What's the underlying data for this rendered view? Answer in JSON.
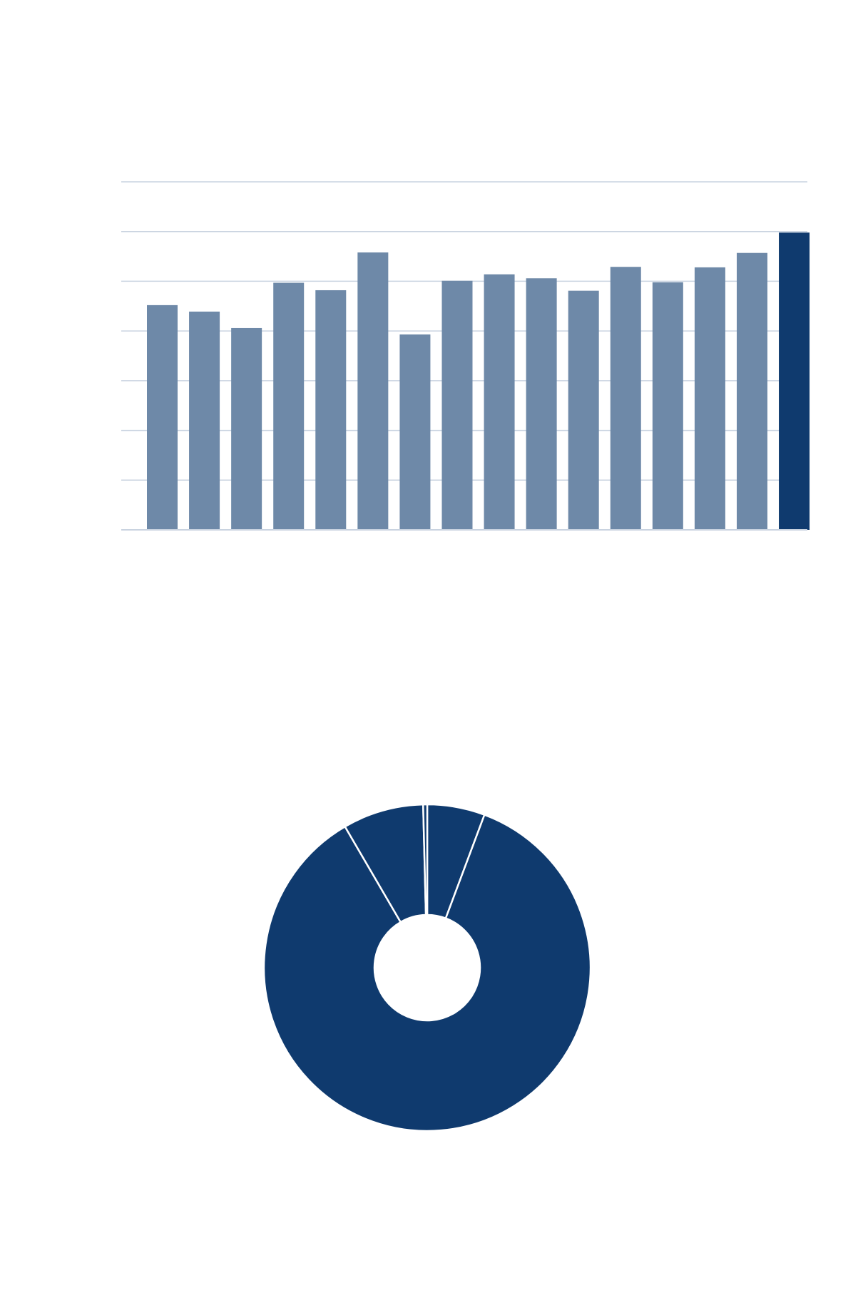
{
  "chart_data": [
    {
      "type": "bar",
      "title": "",
      "xlabel": "",
      "ylabel": "",
      "ylim": [
        0,
        7
      ],
      "grid": true,
      "bar_color": "#6e89a8",
      "highlight_color": "#0f3a6e",
      "highlight_index": 15,
      "gridline_color": "#c9d3e0",
      "values": [
        4.52,
        4.39,
        4.06,
        4.97,
        4.82,
        5.58,
        3.93,
        5.01,
        5.14,
        5.06,
        4.81,
        5.29,
        4.98,
        5.28,
        5.57,
        5.98
      ]
    },
    {
      "type": "pie",
      "variant": "donut",
      "title": "",
      "slice_color": "#0f3a6e",
      "separator_color": "#ffffff",
      "slices": [
        {
          "value": 5.7
        },
        {
          "value": 85.9
        },
        {
          "value": 8.0
        },
        {
          "value": 0.4
        }
      ]
    }
  ]
}
